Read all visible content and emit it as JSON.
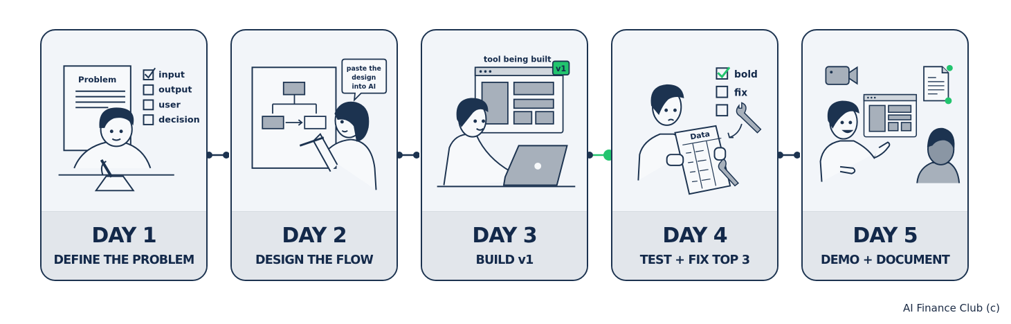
{
  "steps": [
    {
      "day": "DAY 1",
      "title": "DEFINE THE PROBLEM",
      "illustration": {
        "document_title": "Problem",
        "checklist": [
          {
            "label": "input",
            "checked": true
          },
          {
            "label": "output",
            "checked": false
          },
          {
            "label": "user",
            "checked": false
          },
          {
            "label": "decision",
            "checked": false
          }
        ]
      }
    },
    {
      "day": "DAY 2",
      "title": "DESIGN THE FLOW",
      "illustration": {
        "speech_bubble": [
          "paste the",
          "design",
          "into AI"
        ]
      }
    },
    {
      "day": "DAY 3",
      "title": "BUILD v1",
      "illustration": {
        "caption": "tool being built",
        "badge": "v1"
      }
    },
    {
      "day": "DAY 4",
      "title": "TEST + FIX TOP 3",
      "illustration": {
        "sheet_title": "Data",
        "checklist": [
          {
            "label": "bold",
            "checked": true
          },
          {
            "label": "fix",
            "checked": false
          },
          {
            "label": "wrench-icon",
            "checked": false
          }
        ]
      }
    },
    {
      "day": "DAY 5",
      "title": "DEMO + DOCUMENT",
      "illustration": {}
    }
  ],
  "connectors": [
    {
      "from": 1,
      "to": 2,
      "active": false
    },
    {
      "from": 2,
      "to": 3,
      "active": false
    },
    {
      "from": 3,
      "to": 4,
      "active": true
    },
    {
      "from": 4,
      "to": 5,
      "active": false
    }
  ],
  "footer": "AI Finance Club (c)",
  "colors": {
    "navy": "#1c3350",
    "accent_green": "#22c46e",
    "card_top": "#f2f5f9",
    "card_bottom": "#e2e6eb",
    "gray_fill": "#a7b0bb"
  }
}
